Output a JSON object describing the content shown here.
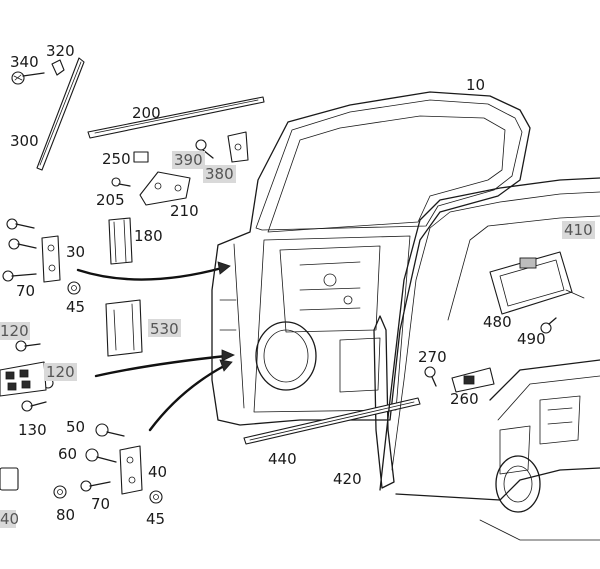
{
  "diagram": {
    "labels": [
      {
        "id": "340",
        "text": "340",
        "highlight": false
      },
      {
        "id": "320",
        "text": "320",
        "highlight": false
      },
      {
        "id": "300",
        "text": "300",
        "highlight": false
      },
      {
        "id": "200",
        "text": "200",
        "highlight": false
      },
      {
        "id": "10",
        "text": "10",
        "highlight": false
      },
      {
        "id": "250",
        "text": "250",
        "highlight": false
      },
      {
        "id": "390",
        "text": "390",
        "highlight": true
      },
      {
        "id": "380",
        "text": "380",
        "highlight": true
      },
      {
        "id": "205",
        "text": "205",
        "highlight": false
      },
      {
        "id": "210",
        "text": "210",
        "highlight": false
      },
      {
        "id": "180",
        "text": "180",
        "highlight": false
      },
      {
        "id": "410",
        "text": "410",
        "highlight": true
      },
      {
        "id": "30",
        "text": "30",
        "highlight": false
      },
      {
        "id": "70a",
        "text": "70",
        "highlight": false
      },
      {
        "id": "45a",
        "text": "45",
        "highlight": false
      },
      {
        "id": "530",
        "text": "530",
        "highlight": true
      },
      {
        "id": "480",
        "text": "480",
        "highlight": false
      },
      {
        "id": "490",
        "text": "490",
        "highlight": false
      },
      {
        "id": "120a",
        "text": "120",
        "highlight": true
      },
      {
        "id": "120b",
        "text": "120",
        "highlight": true
      },
      {
        "id": "270",
        "text": "270",
        "highlight": false
      },
      {
        "id": "260",
        "text": "260",
        "highlight": false
      },
      {
        "id": "130",
        "text": "130",
        "highlight": false
      },
      {
        "id": "50",
        "text": "50",
        "highlight": false
      },
      {
        "id": "60",
        "text": "60",
        "highlight": false
      },
      {
        "id": "40",
        "text": "40",
        "highlight": false
      },
      {
        "id": "440",
        "text": "440",
        "highlight": false
      },
      {
        "id": "420",
        "text": "420",
        "highlight": false
      },
      {
        "id": "70b",
        "text": "70",
        "highlight": false
      },
      {
        "id": "80",
        "text": "80",
        "highlight": false
      },
      {
        "id": "45b",
        "text": "45",
        "highlight": false
      },
      {
        "id": "40b",
        "text": "40",
        "highlight": true
      }
    ]
  }
}
